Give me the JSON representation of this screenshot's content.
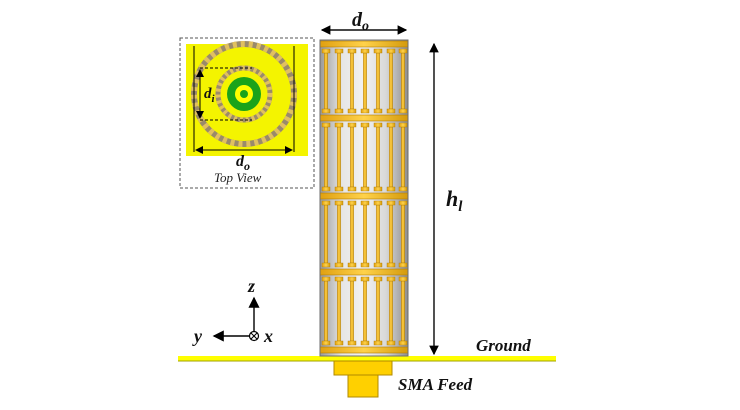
{
  "labels": {
    "outer_diameter_main": "d",
    "outer_diameter_main_sub": "o",
    "height": "h",
    "height_sub": "l",
    "inner_diameter": "d",
    "inner_diameter_sub": "i",
    "outer_diameter_inset": "d",
    "outer_diameter_inset_sub": "o",
    "inset_caption": "Top View",
    "ground": "Ground",
    "feed": "SMA Feed",
    "axis_z": "z",
    "axis_y": "y",
    "axis_x": "x"
  },
  "colors": {
    "ground_plane": "#ffff00",
    "strip": "#f2b21a",
    "strip_edge": "#b07a00",
    "cylinder": "#c8c8c8",
    "inset_bg": "#f4f400",
    "inner_green": "#1aa31a",
    "ring_yellow": "#ffff00"
  }
}
